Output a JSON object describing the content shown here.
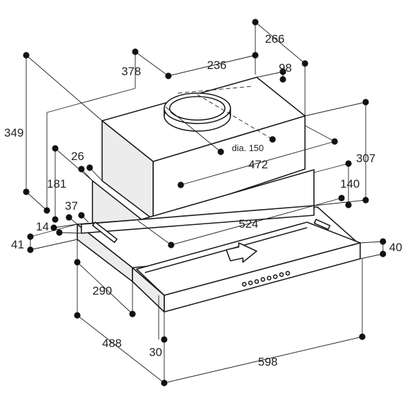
{
  "dimensions": {
    "d266": "266",
    "d236": "236",
    "d98": "98",
    "d378": "378",
    "d349": "349",
    "dia150": "dia. 150",
    "d472": "472",
    "d307": "307",
    "d26": "26",
    "d181": "181",
    "d140": "140",
    "d37": "37",
    "d524": "524",
    "d14": "14",
    "d41": "41",
    "d40": "40",
    "d290": "290",
    "d488": "488",
    "d30": "30",
    "d598": "598"
  }
}
